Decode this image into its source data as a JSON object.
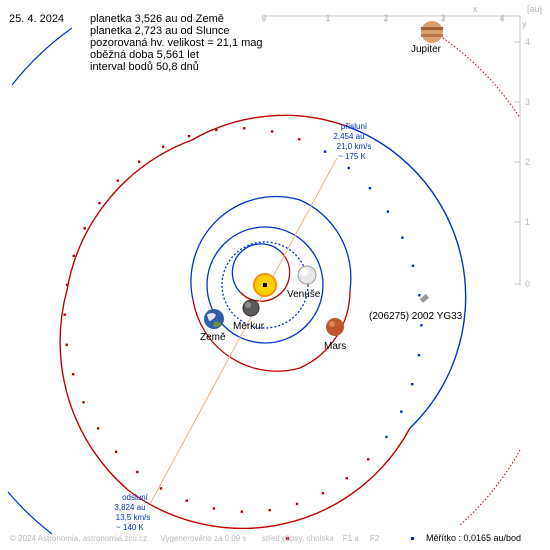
{
  "date": "25. 4. 2024",
  "info": {
    "line1": "planetka 3,526 au od Země",
    "line2": "planetka 2,723 au od Slunce",
    "line3": "pozorovaná hv. velikost = 21,1 mag",
    "line4": "oběžná doba 5,561 let",
    "line5": "interval bodů 50,8 dnů"
  },
  "axes": {
    "x_label": "x",
    "y_label": "y",
    "unit": "[au]",
    "x_ticks": [
      "0",
      "1",
      "2",
      "3",
      "4"
    ],
    "y_ticks": [
      "4",
      "3",
      "2",
      "1",
      "0"
    ]
  },
  "bodies": {
    "jupiter": "Jupiter",
    "venus": "Venuše",
    "mercury": "Merkur",
    "earth": "Země",
    "mars": "Mars",
    "asteroid": "(206275) 2002 YG33"
  },
  "perihelion": {
    "title": "přísluní",
    "distance": "2,454 au",
    "speed": "21,0 km/s",
    "temp": "~ 175 K"
  },
  "aphelion": {
    "title": "odsluní",
    "distance": "3,824 au",
    "speed": "13,5 km/s",
    "temp": "~ 140 K"
  },
  "footer": {
    "copyright": "© 2024 Astronomia, astronomia.zcu.cz",
    "generated": "Vygenerováno za 0,09 s",
    "center_label": "střed elipsy, ohniska",
    "f1_label": "F1 a",
    "f2_label": "F2",
    "scale_label": "Měřítko : 0,0165 au/bod"
  },
  "colors": {
    "orbit_above": "#c00000",
    "orbit_below": "#0033cc",
    "grid": "#c8c8c8"
  }
}
